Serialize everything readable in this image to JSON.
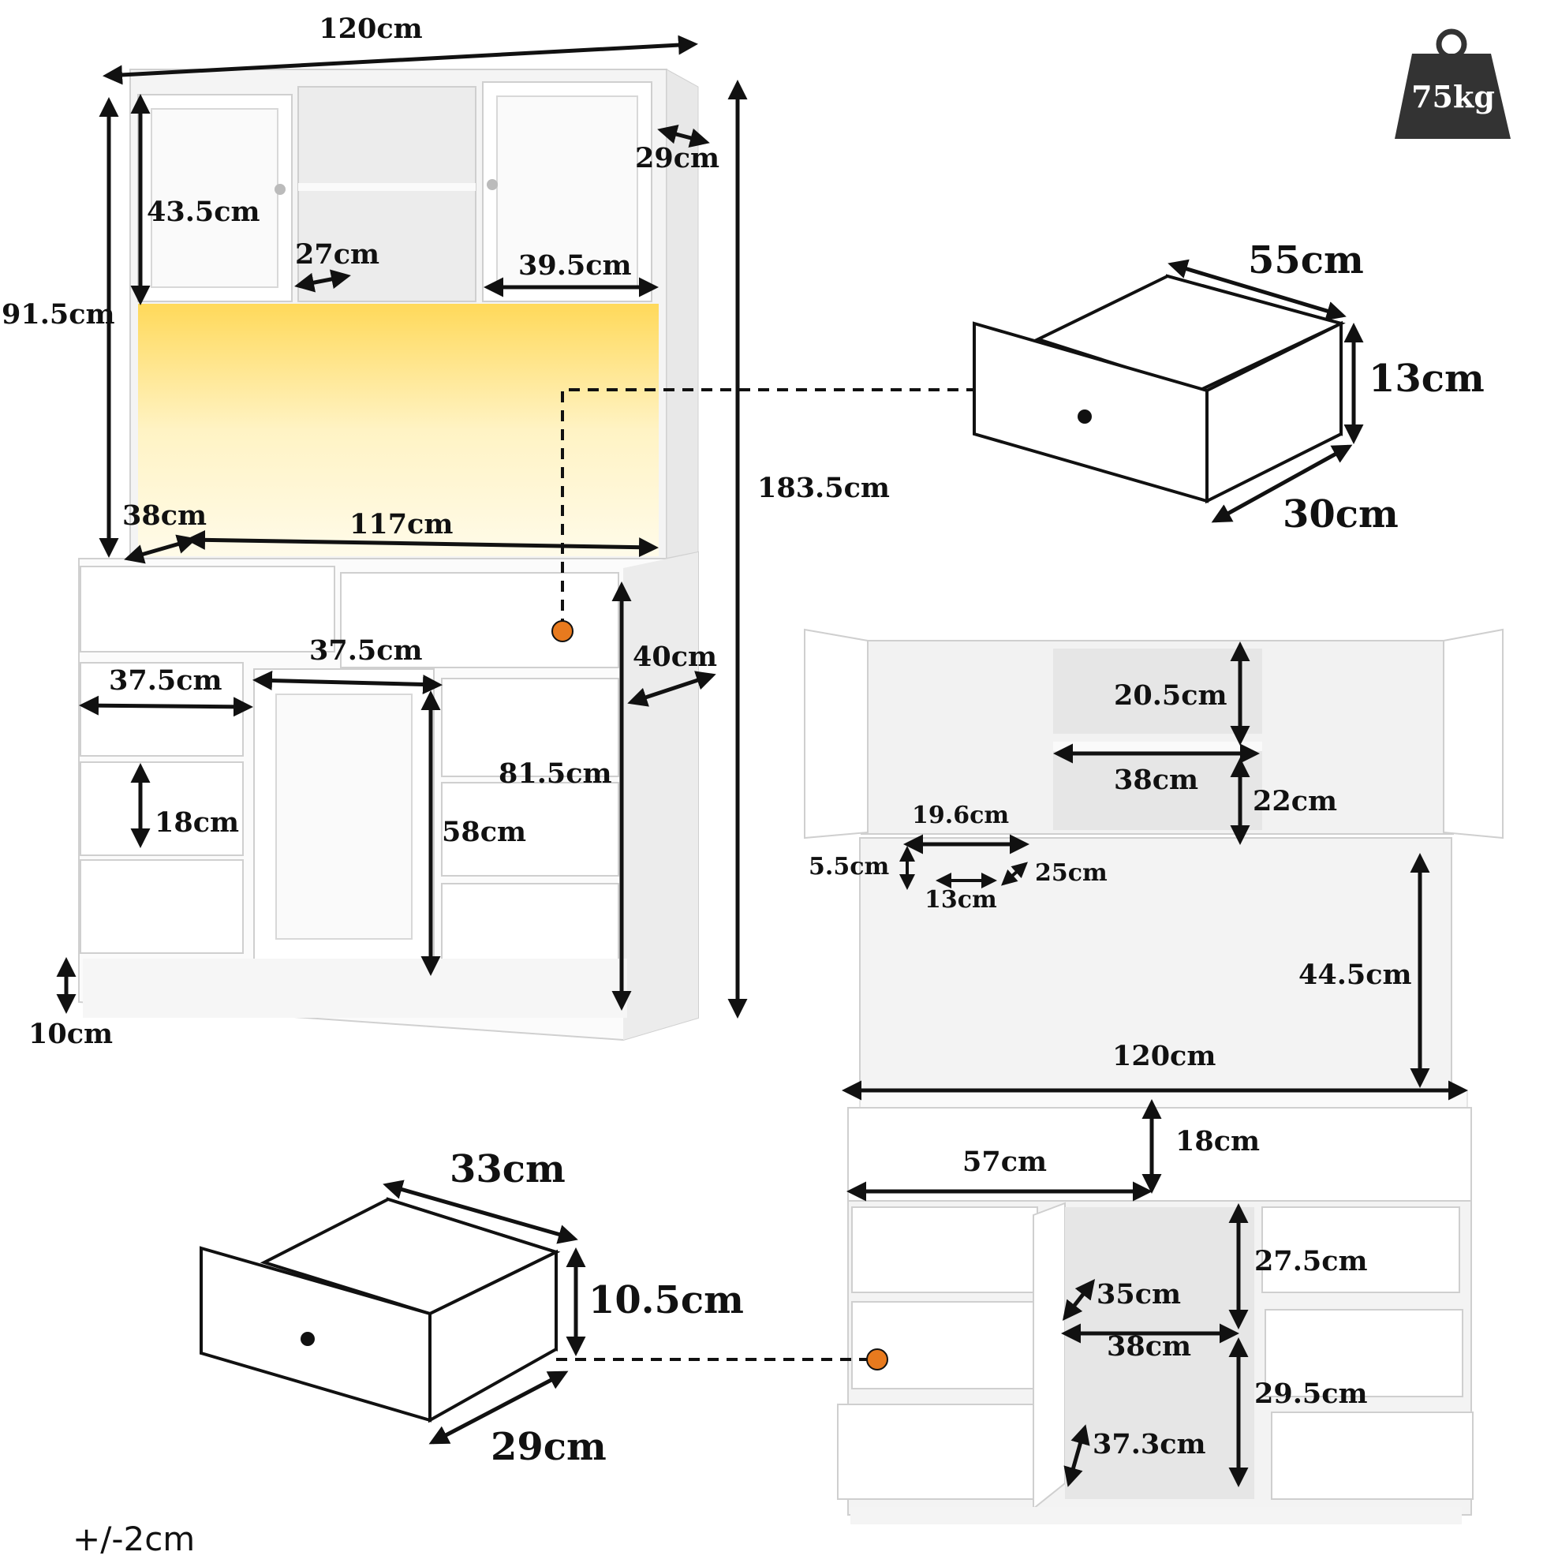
{
  "weight": {
    "label": "75kg",
    "icon": "weight-icon"
  },
  "tolerance": "+/-2cm",
  "dimensions": {
    "overall_width": "120cm",
    "hutch_height": "91.5cm",
    "overall_height": "183.5cm",
    "hutch_depth": "29cm",
    "upper_door_height": "43.5cm",
    "open_shelf_width": "27cm",
    "upper_door_width": "39.5cm",
    "base_depth": "38cm",
    "countertop_width": "117cm",
    "top_drawer_width": "37.5cm",
    "left_drawer_width": "37.5cm",
    "base_depth_side": "40cm",
    "base_height": "81.5cm",
    "small_drawer_height": "18cm",
    "center_door_height": "58cm",
    "toe_kick": "10cm",
    "big_drawer_width": "55cm",
    "big_drawer_height": "13cm",
    "big_drawer_depth": "30cm",
    "shelf_upper_height": "20.5cm",
    "cubby_width": "38cm",
    "shelf_lower_height": "22cm",
    "rack_width": "19.6cm",
    "rack_height": "5.5cm",
    "rack_depth": "25cm",
    "rack_gap": "13cm",
    "open_area_height": "44.5cm",
    "counter_width_back": "120cm",
    "top_drawer_height": "18cm",
    "top_drawer_width_back": "57cm",
    "side_drawer_height": "27.5cm",
    "cabinet_depth": "35cm",
    "cabinet_width": "38cm",
    "cabinet_height": "29.5cm",
    "cabinet_lower_depth": "37.3cm",
    "small_drawer_width": "33cm",
    "small_drawer_height_detail": "10.5cm",
    "small_drawer_depth": "29cm"
  },
  "colors": {
    "furniture": "#ffffff",
    "outline": "#222222",
    "marker": "#e87a1e",
    "light_glow": "#ffe98a",
    "weight_badge": "#333333"
  }
}
